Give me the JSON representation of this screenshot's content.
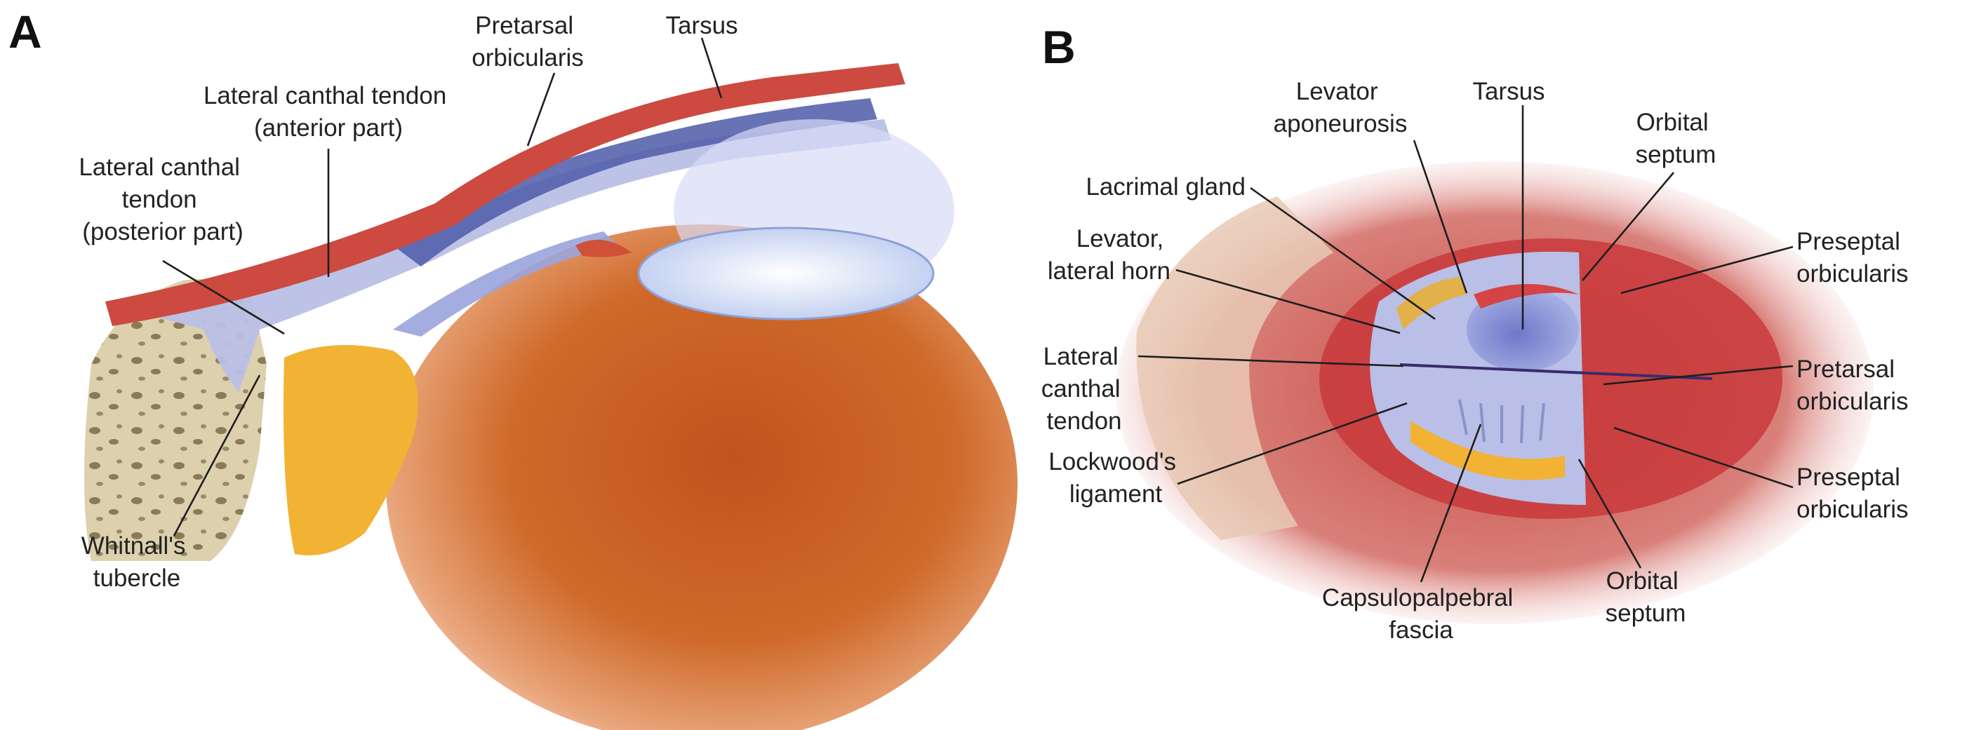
{
  "panels": {
    "a": {
      "letter": "A",
      "labels": {
        "pretarsal_orbicularis": [
          "Pretarsal",
          "orbicularis"
        ],
        "tarsus": [
          "Tarsus"
        ],
        "lct_anterior": [
          "Lateral canthal tendon",
          "(anterior part)"
        ],
        "lct_posterior": [
          "Lateral canthal",
          "tendon",
          "(posterior part)"
        ],
        "whitnalls_tubercle": [
          "Whitnall's",
          "tubercle"
        ]
      }
    },
    "b": {
      "letter": "B",
      "labels": {
        "levator_aponeurosis": [
          "Levator",
          "aponeurosis"
        ],
        "tarsus": [
          "Tarsus"
        ],
        "orbital_septum_top": [
          "Orbital",
          "septum"
        ],
        "lacrimal_gland": [
          "Lacrimal gland"
        ],
        "levator_lateral_horn": [
          "Levator,",
          "lateral horn"
        ],
        "preseptal_orbicularis_top": [
          "Preseptal",
          "orbicularis"
        ],
        "lateral_canthal_tendon": [
          "Lateral",
          "canthal",
          "tendon"
        ],
        "pretarsal_orbicularis": [
          "Pretarsal",
          "orbicularis"
        ],
        "lockwoods_ligament": [
          "Lockwood's",
          "ligament"
        ],
        "preseptal_orbicularis_bottom": [
          "Preseptal",
          "orbicularis"
        ],
        "capsulopalpebral_fascia": [
          "Capsulopalpebral",
          "fascia"
        ],
        "orbital_septum_bottom": [
          "Orbital",
          "septum"
        ]
      }
    }
  },
  "colors": {
    "muscle_red": "#c9383a",
    "globe_orange": "#c85a1e",
    "tendon_lavender": "#b9bfe6",
    "fat_yellow": "#f2b233",
    "bone_tan": "#d8c9a3",
    "lens_blue": "#c7d4f2"
  }
}
